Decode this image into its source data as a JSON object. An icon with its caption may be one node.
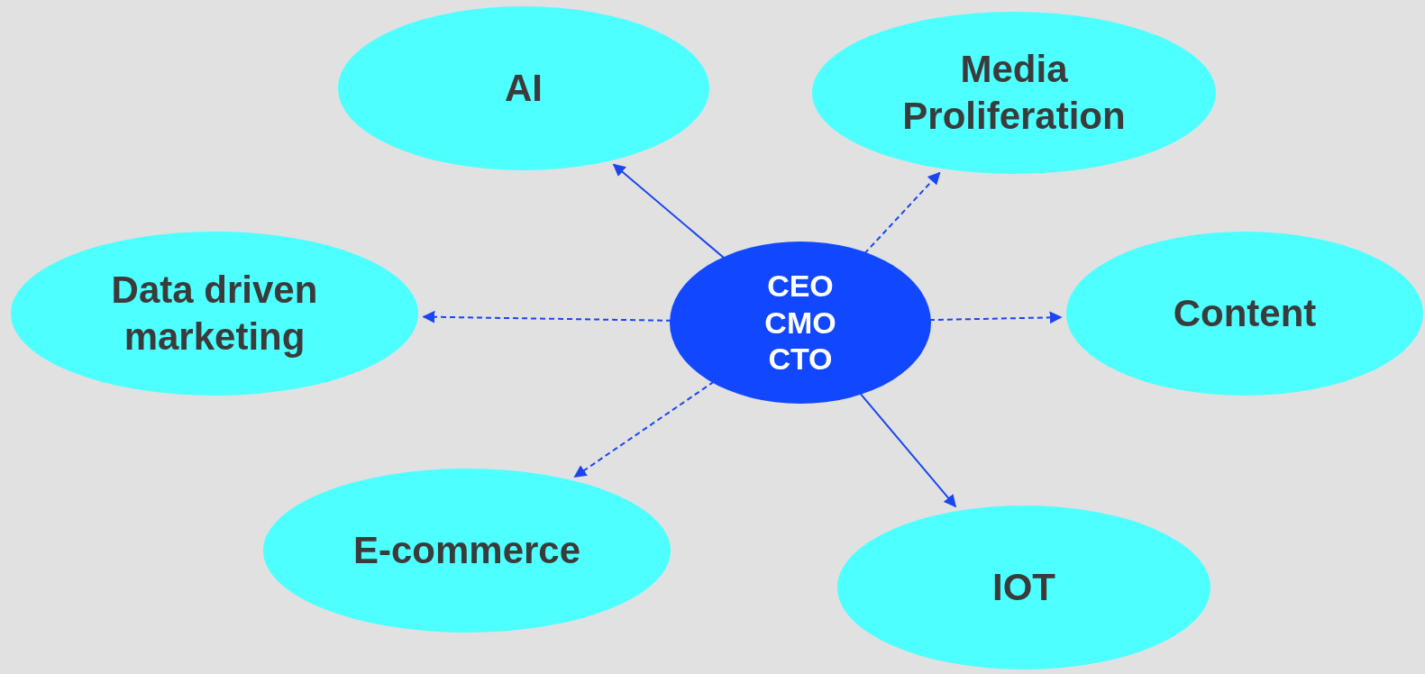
{
  "diagram": {
    "nodes": [
      {
        "text": [
          "AI"
        ]
      },
      {
        "text": [
          "Media Proliferation"
        ]
      },
      {
        "text": [
          "Data driven marketing"
        ]
      },
      {
        "text": [
          "CEO CMO CTO"
        ]
      },
      {
        "text": [
          "Content"
        ]
      },
      {
        "text": [
          "E-commerce"
        ]
      },
      {
        "text": [
          "IOT"
        ]
      }
    ],
    "edges": [
      {
        "from": 3,
        "to": 0,
        "arrow": "to"
      },
      {
        "from": 3,
        "to": 1,
        "arrow": "to",
        "style": "dashed"
      },
      {
        "from": 3,
        "to": 2,
        "arrow": "to",
        "style": "dashed"
      },
      {
        "from": 3,
        "to": 4,
        "arrow": "to",
        "style": "dashed"
      },
      {
        "from": 3,
        "to": 5,
        "arrow": "to",
        "style": "dashed"
      },
      {
        "from": 3,
        "to": 6,
        "arrow": "to"
      }
    ]
  }
}
